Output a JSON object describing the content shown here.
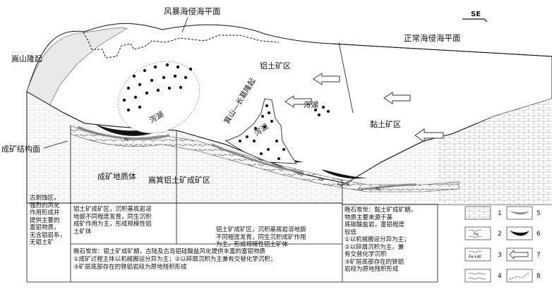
{
  "direction_label": "SE",
  "storm_sea_level": "风暴海侵海平面",
  "normal_sea_level": "正常海侵海平面",
  "songshan_uplift": "嵩山隆起",
  "bauxite_area_label": "铝土矿区",
  "lagoon_left": "泻湖",
  "lagoon_mid": "泻湖",
  "lagoon_right": "泻湖",
  "ridge_label": "箕山—长葛隆起",
  "clay_area_label": "黏土矿区",
  "ore_structure_surface": "成矿结构面",
  "ore_geobody": "成矿地质体",
  "songji_area": "嵩箕铝土矿成矿区",
  "left_text_lines": [
    "古剥蚀区，",
    "强烈的风化",
    "作用形成并",
    "提供主要的",
    "富铝物质，",
    "无含铝岩系，",
    "无铝土矿"
  ],
  "mid_left_text_lines": [
    "铝土矿成矿区，沉积基底岩溶",
    "地貌不同程度发育，同生沉积",
    "成矿作用为主，形成规模性铝",
    "土矿体"
  ],
  "mid_right_text_lines": [
    "铝土矿成矿区，沉积基底岩溶地貌",
    "不同程度发育，同生沉积成矿作用",
    "为主，形成规模性铝土矿体"
  ],
  "right_text_lines": [
    "晚石炭世：黏土矿成矿期，",
    "物质主要来源于基",
    "底碳酸盐岩，富铝程度",
    "较低",
    "①以机械搬运分异为主；",
    "②以碎屑沉积为主，兼",
    "有交替化学沉积",
    "③矿层底部存在的铁铝",
    "岩段为原地残积形成"
  ],
  "bottom_text_lines": [
    "晚石炭世：铝土矿成矿期，古陆及古岛铝硅酸盐风化提供丰富的富铝物质",
    "①成矿过程主体以机械搬运分异为主；②以碎屑沉积为主兼有交替化学沉积；",
    "③矿层底部存在的铁铝岩段为原地残积形成"
  ],
  "fe_small": "Fe",
  "fe_al_small": "Fe+Al",
  "legend_numbers": [
    "1",
    "2",
    "3",
    "4",
    "5",
    "6",
    "7",
    "8"
  ]
}
